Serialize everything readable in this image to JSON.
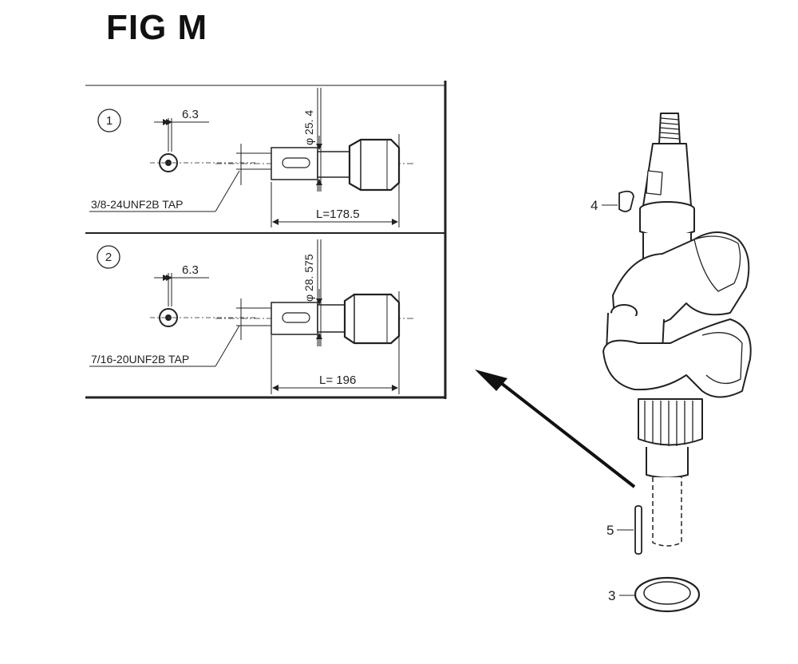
{
  "figure": {
    "title": "FIG M"
  },
  "variants": [
    {
      "index": "1",
      "offset": "6.3",
      "diameter": "φ 25. 4",
      "tap": "3/8-24UNF2B TAP",
      "length": "L=178.5"
    },
    {
      "index": "2",
      "offset": "6.3",
      "diameter": "φ 28. 575",
      "tap": "7/16-20UNF2B TAP",
      "length": "L= 196"
    }
  ],
  "parts": [
    {
      "number": "4"
    },
    {
      "number": "5"
    },
    {
      "number": "3"
    }
  ]
}
